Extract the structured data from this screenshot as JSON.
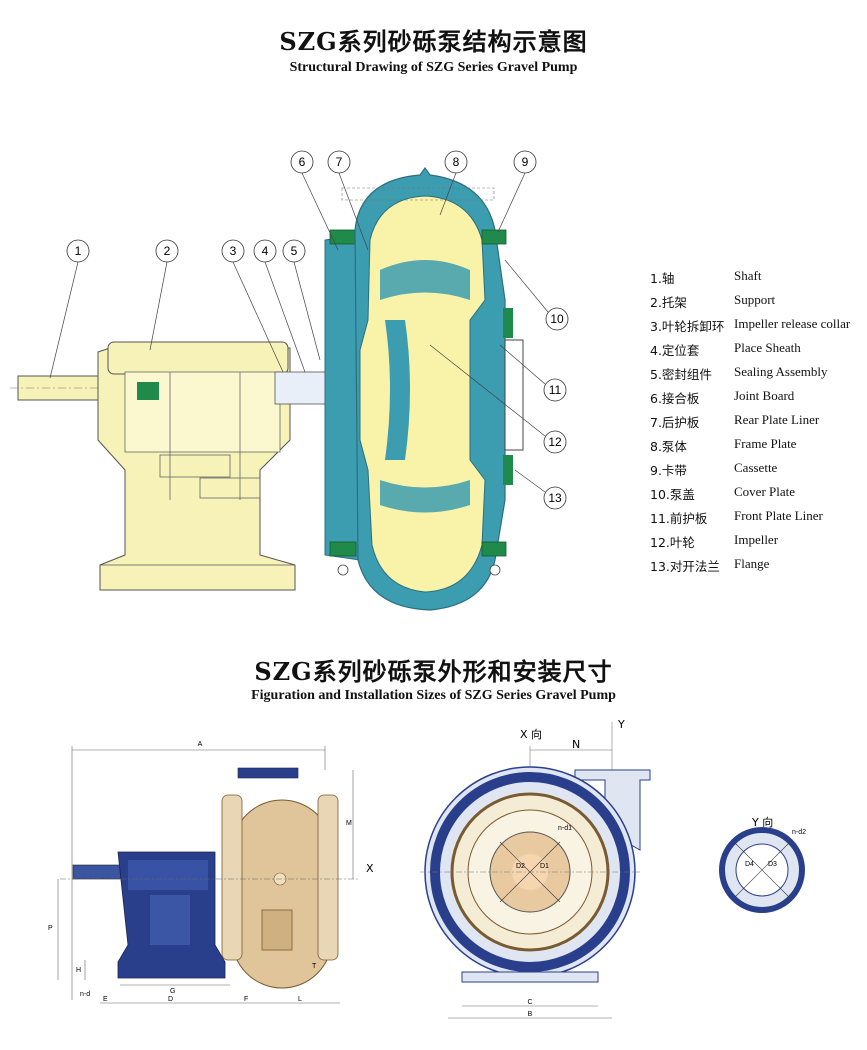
{
  "title1": {
    "cn": "SZG系列砂砾泵结构示意图",
    "en": "Structural Drawing of SZG Series Gravel Pump"
  },
  "title2": {
    "cn": "SZG系列砂砾泵外形和安装尺寸",
    "en": "Figuration and Installation Sizes of SZG Series Gravel Pump"
  },
  "callouts": [
    "1",
    "2",
    "3",
    "4",
    "5",
    "6",
    "7",
    "8",
    "9",
    "10",
    "11",
    "12",
    "13"
  ],
  "legend": [
    {
      "cn": "1.轴",
      "en": "Shaft"
    },
    {
      "cn": "2.托架",
      "en": "Support"
    },
    {
      "cn": "3.叶轮拆卸环",
      "en": "Impeller release collar"
    },
    {
      "cn": "4.定位套",
      "en": "Place Sheath"
    },
    {
      "cn": "5.密封组件",
      "en": "Sealing Assembly"
    },
    {
      "cn": "6.接合板",
      "en": "Joint Board"
    },
    {
      "cn": "7.后护板",
      "en": "Rear Plate Liner"
    },
    {
      "cn": "8.泵体",
      "en": "Frame Plate"
    },
    {
      "cn": "9.卡带",
      "en": "Cassette"
    },
    {
      "cn": "10.泵盖",
      "en": "Cover Plate"
    },
    {
      "cn": "11.前护板",
      "en": "Front Plate Liner"
    },
    {
      "cn": "12.叶轮",
      "en": "Impeller"
    },
    {
      "cn": "13.对开法兰",
      "en": "Flange"
    }
  ],
  "dims": {
    "A": "A",
    "M": "M",
    "X": "X",
    "P": "P",
    "H": "H",
    "nd": "n-d",
    "E": "E",
    "G": "G",
    "D": "D",
    "F": "F",
    "L": "L",
    "T": "T",
    "xview": "X 向",
    "N": "N",
    "Y": "Y",
    "d1": "n-d1",
    "D2": "D2",
    "D1": "D1",
    "C": "C",
    "B": "B",
    "yview": "Y 向",
    "d2": "n-d2",
    "D4": "D4",
    "D3": "D3"
  },
  "colors": {
    "pump_teal": "#3c9cb0",
    "liner_yellow": "#f8f3a8",
    "support_yellow": "#f6f2b8",
    "blue_steel": "#2a3f8c",
    "tan_casing": "#e0c49a",
    "green_block": "#1f8a4a"
  }
}
